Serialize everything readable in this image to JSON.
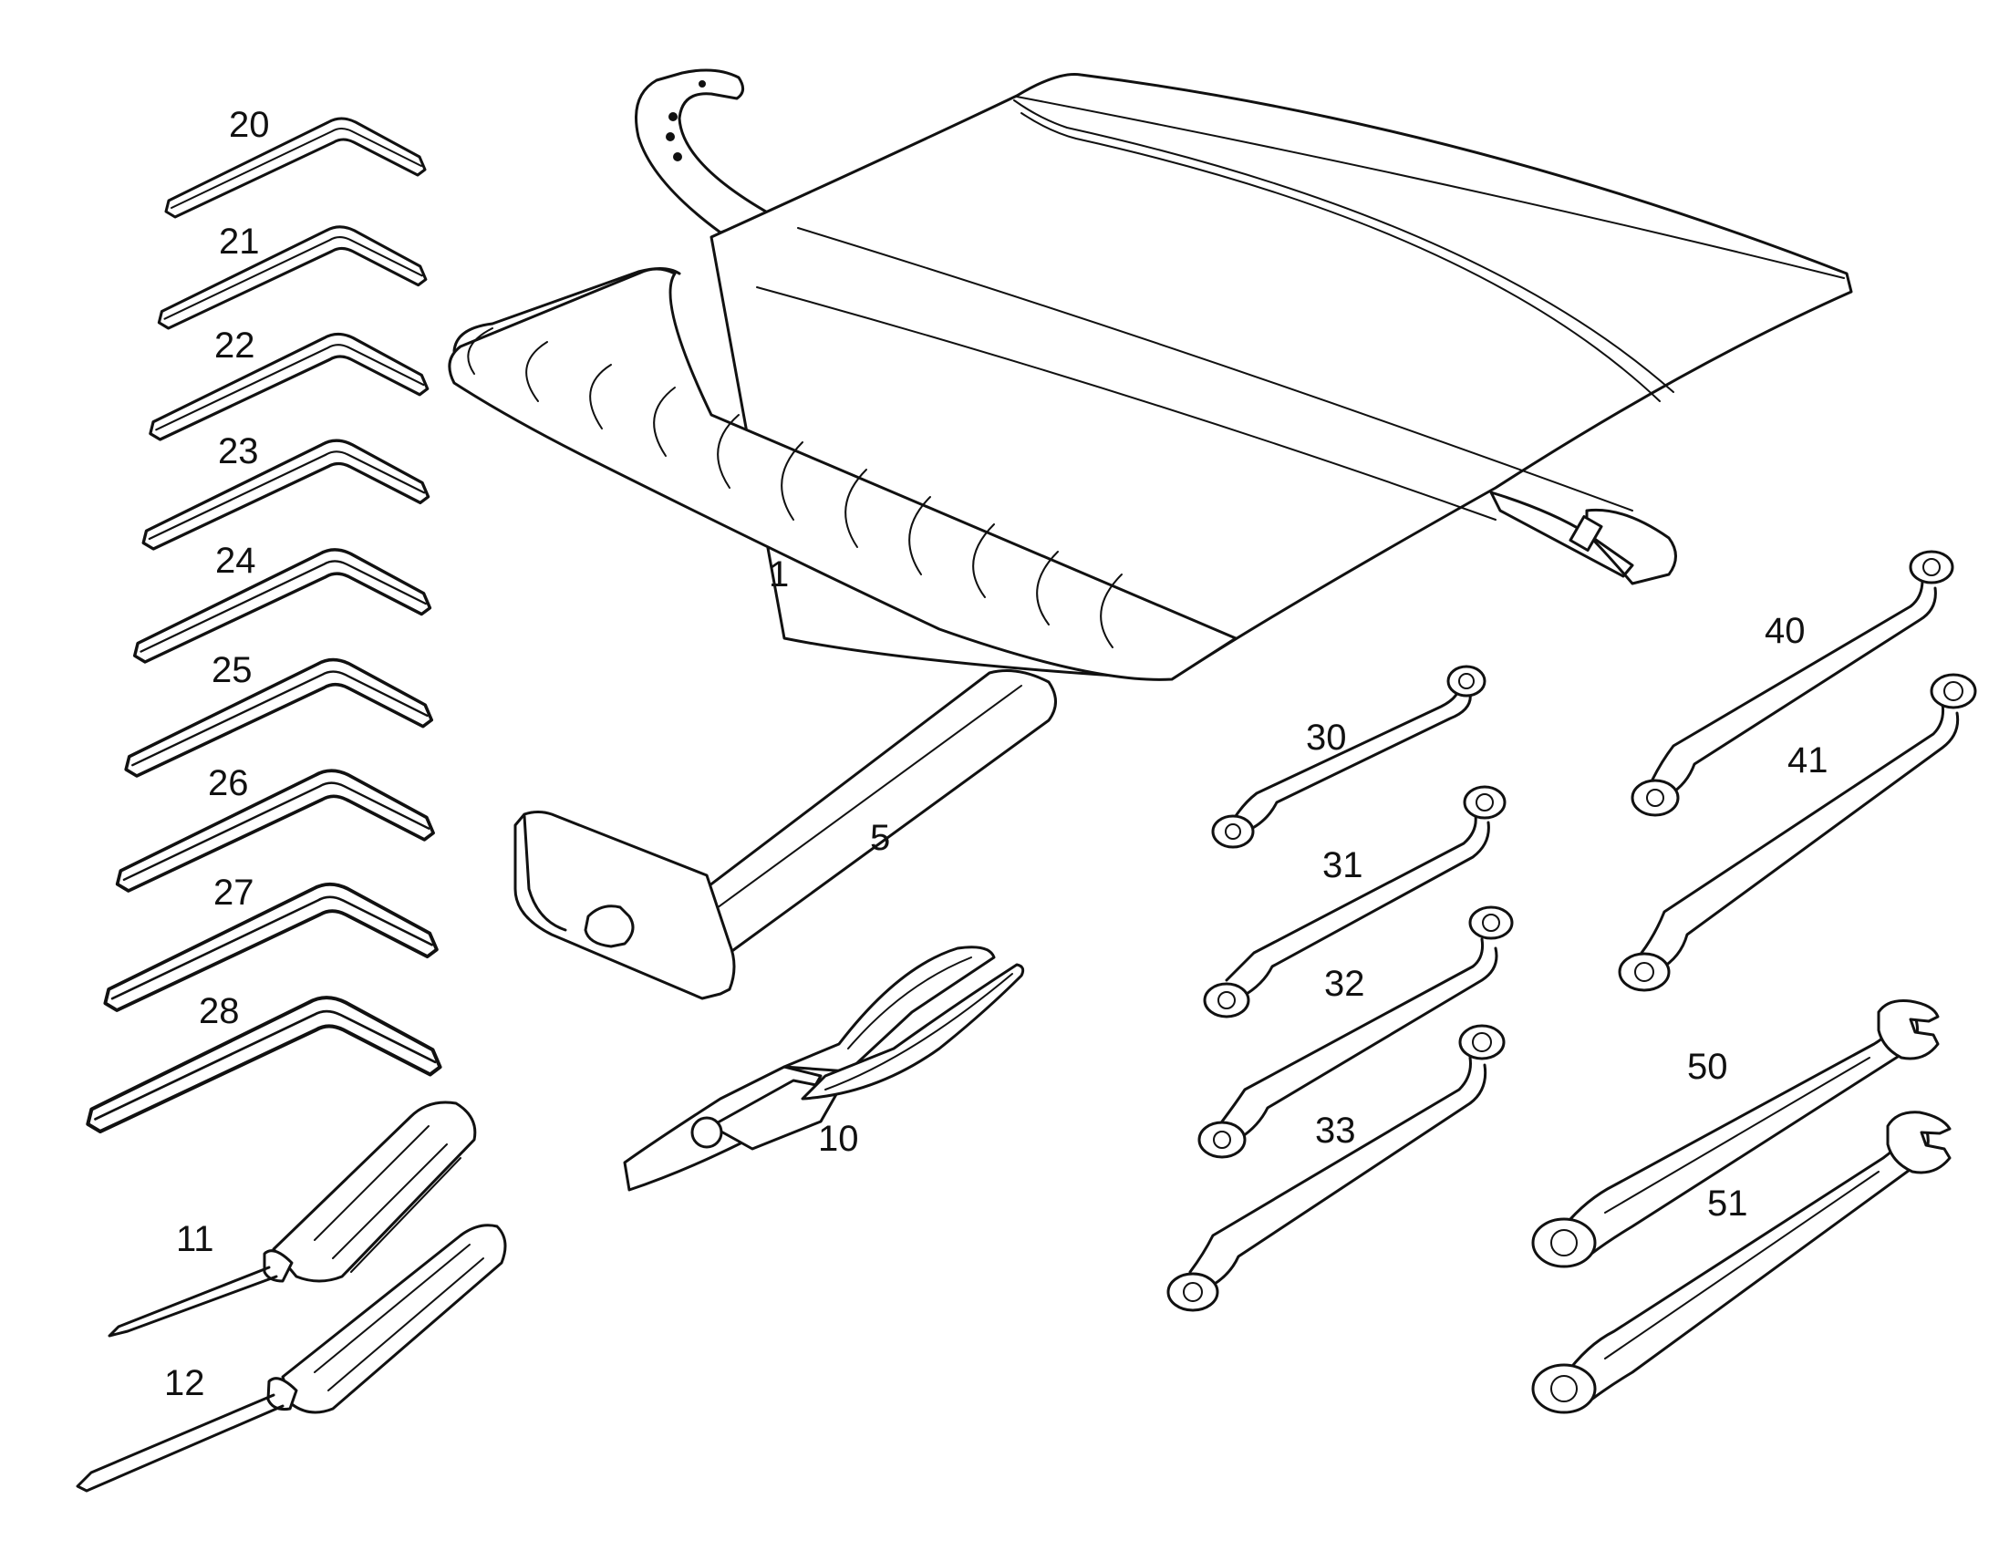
{
  "callouts": {
    "c1": "1",
    "c5": "5",
    "c10": "10",
    "c11": "11",
    "c12": "12",
    "c20": "20",
    "c21": "21",
    "c22": "22",
    "c23": "23",
    "c24": "24",
    "c25": "25",
    "c26": "26",
    "c27": "27",
    "c28": "28",
    "c30": "30",
    "c31": "31",
    "c32": "32",
    "c33": "33",
    "c40": "40",
    "c41": "41",
    "c50": "50",
    "c51": "51"
  },
  "colors": {
    "ink": "#111111",
    "paper": "#ffffff"
  },
  "parts": {
    "tool_roll": "tool-roll-pouch",
    "hammer": "hammer",
    "pliers": "pliers",
    "screwdrivers": [
      "screwdriver-small",
      "screwdriver-large"
    ],
    "hex_keys_count": 9,
    "ring_spanners_count": 6,
    "combination_spanners_count": 2
  }
}
